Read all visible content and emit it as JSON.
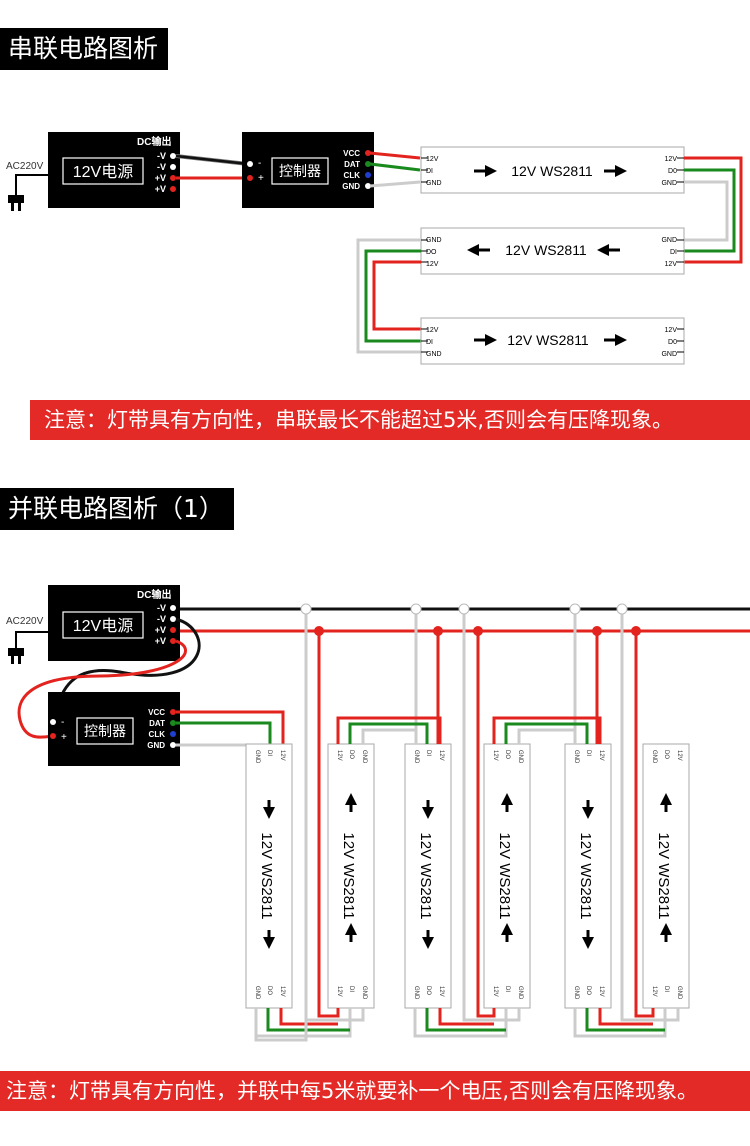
{
  "series": {
    "title": "串联电路图析",
    "note": "注意：灯带具有方向性，串联最长不能超过5米,否则会有压降现象。"
  },
  "parallel": {
    "title": "并联电路图析（1）",
    "note": "注意：灯带具有方向性，并联中每5米就要补一个电压,否则会有压降现象。"
  },
  "power": {
    "input": "AC220V",
    "name": "12V电源",
    "output_label": "DC输出",
    "terminals": [
      "-V",
      "-V",
      "+V",
      "+V"
    ]
  },
  "controller": {
    "name": "控制器",
    "in_terminals": [
      "-",
      "+"
    ],
    "out_terminals": [
      "VCC",
      "DAT",
      "CLK",
      "GND"
    ]
  },
  "strip": {
    "label": "12V WS2811",
    "pins_in": [
      "12V",
      "DI",
      "GND"
    ],
    "pins_out": [
      "12V",
      "D0",
      "GND"
    ],
    "pins_out_alt": [
      "GND",
      "DO",
      "12V"
    ],
    "pins_in_alt": [
      "GND",
      "DI",
      "12V"
    ],
    "vert_pins": [
      "GND",
      "DI",
      "12V"
    ],
    "vert_pins_out": [
      "GND",
      "DO",
      "12V"
    ]
  },
  "colors": {
    "red_wire": "#e3231e",
    "green_wire": "#1a8a1e",
    "white_wire": "#d6d6d6",
    "black_wire": "#111111",
    "note_bg": "#e32a26"
  }
}
